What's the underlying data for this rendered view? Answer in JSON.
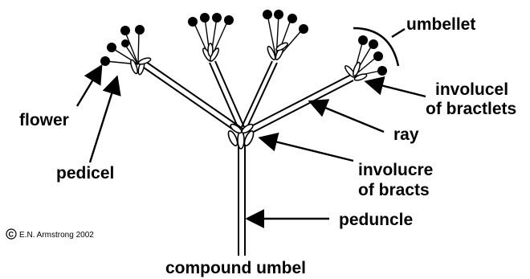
{
  "diagram": {
    "title": "compound umbel",
    "copyright": "E.N. Armstrong 2002",
    "labels": {
      "umbellet": "umbellet",
      "involucel_1": "involucel",
      "involucel_2": "of bractlets",
      "ray": "ray",
      "flower": "flower",
      "pedicel": "pedicel",
      "involucre_1": "involucre",
      "involucre_2": "of bracts",
      "peduncle": "peduncle"
    }
  }
}
